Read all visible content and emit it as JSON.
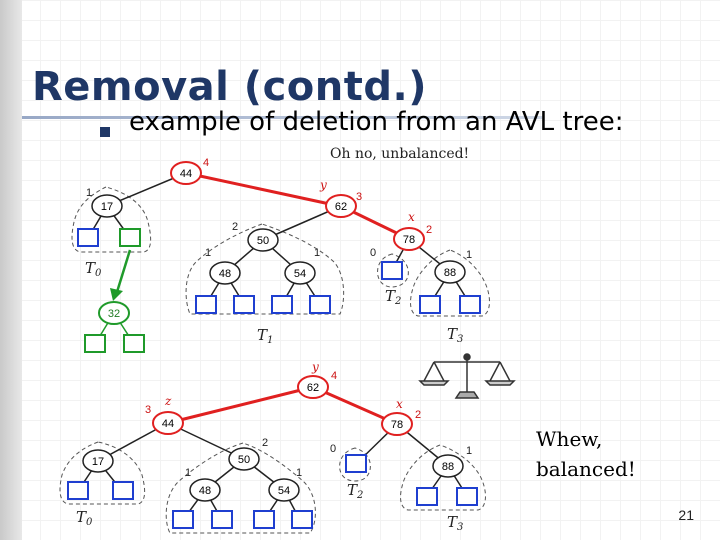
{
  "slide": {
    "title": "Removal (contd.)",
    "bullet": "example of deletion from an AVL tree:",
    "page_number": "21"
  },
  "top_tree": {
    "caption": "Oh no, unbalanced!",
    "nodes": {
      "n44": {
        "label": "44",
        "height": "4"
      },
      "n17": {
        "label": "17",
        "height": "1"
      },
      "n62": {
        "label": "62",
        "height": "3",
        "mark": "y"
      },
      "n50": {
        "label": "50",
        "height": "2"
      },
      "n78": {
        "label": "78",
        "height": "2",
        "mark": "x"
      },
      "n48": {
        "label": "48",
        "height": "1"
      },
      "n54": {
        "label": "54",
        "height": "1"
      },
      "n88": {
        "label": "88",
        "height": "1"
      },
      "n32": {
        "label": "32"
      },
      "empty_left_of_88": {
        "height": "0"
      }
    },
    "subtrees": {
      "t0": "T",
      "t0_sub": "0",
      "t1": "T",
      "t1_sub": "1",
      "t2": "T",
      "t2_sub": "2",
      "t3": "T",
      "t3_sub": "3"
    }
  },
  "bottom_tree": {
    "caption": "Whew, balanced!",
    "caption_line1": "Whew,",
    "caption_line2": "balanced!",
    "nodes": {
      "n62": {
        "label": "62",
        "height": "4",
        "mark": "y"
      },
      "n44": {
        "label": "44",
        "height": "3",
        "mark": "z"
      },
      "n78": {
        "label": "78",
        "height": "2",
        "mark": "x"
      },
      "n17": {
        "label": "17"
      },
      "n50": {
        "label": "50",
        "height": "2"
      },
      "n48": {
        "label": "48",
        "height": "1"
      },
      "n54": {
        "label": "54",
        "height": "1"
      },
      "n88": {
        "label": "88",
        "height": "1"
      },
      "empty_left_of_88": {
        "height": "0"
      }
    },
    "subtrees": {
      "t0": "T",
      "t0_sub": "0",
      "t2": "T",
      "t2_sub": "2",
      "t3": "T",
      "t3_sub": "3"
    }
  },
  "colors": {
    "title": "#1f3766",
    "red_edge": "#e02020",
    "red_node": "#e02020",
    "green": "#1f9a2a",
    "dark": "#222222",
    "leaf_box": "#1f3fd0",
    "dashed": "#555555"
  }
}
